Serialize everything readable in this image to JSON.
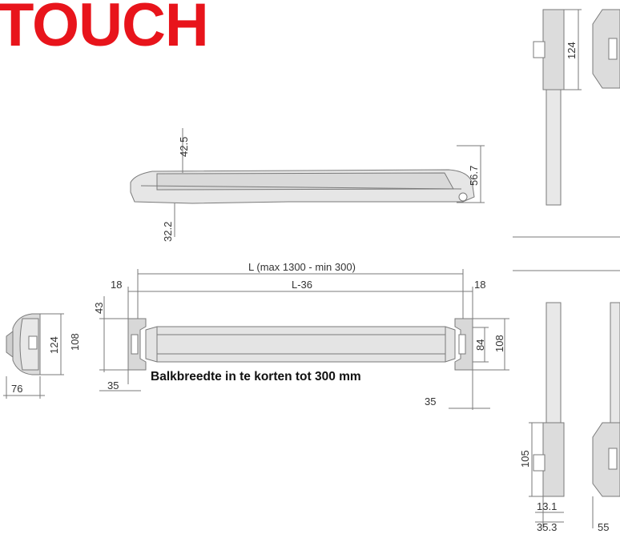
{
  "title": "TOUCH",
  "caption": "Balkbreedte in te korten tot 300 mm",
  "colors": {
    "title": "#e8141b",
    "line": "#7a7a7a",
    "fill": "#e2e2e2",
    "dim_text": "#333333"
  },
  "dimensions": {
    "side_height": "42.5",
    "side_end_height": "56.7",
    "side_depth": "32.2",
    "overall_length": "L (max 1300 - min 300)",
    "inner_length": "L-36",
    "left_offset": "18",
    "right_offset": "18",
    "left_top": "43",
    "left_height": "108",
    "right_height": "108",
    "right_inner": "84",
    "left_bottom": "35",
    "right_bottom": "35",
    "end_height": "124",
    "end_width": "76",
    "rod_top_height": "124",
    "rod_bottom_height": "105",
    "rod_offset": "13.1",
    "rod_offset_total": "35.3",
    "rod_width": "55"
  }
}
